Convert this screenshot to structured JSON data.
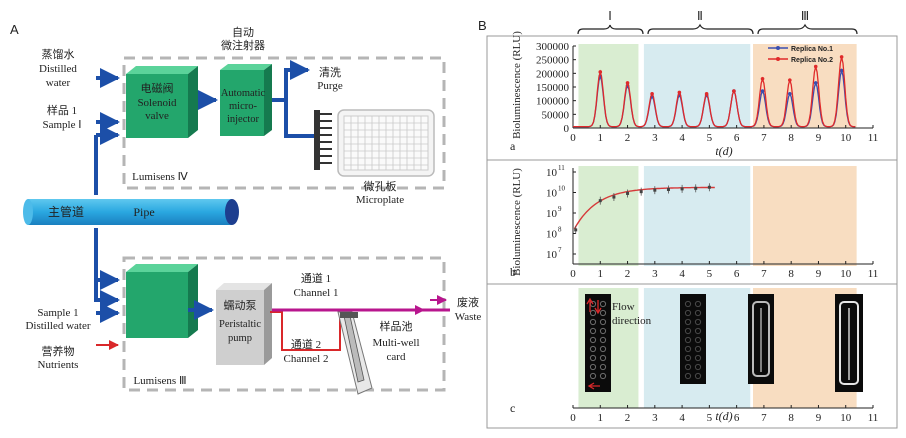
{
  "panel_a": {
    "label": "A",
    "distilled_water_top": {
      "zh": "蒸馏水",
      "en1": "Distilled",
      "en2": "water"
    },
    "sample1_top": {
      "zh": "样品 1",
      "en": "Sample Ⅰ"
    },
    "solenoid": {
      "zh": "电磁阀",
      "en1": "Solenoid",
      "en2": "valve"
    },
    "injector": {
      "zh1": "自动",
      "zh2": "微注射器",
      "en1": "Automatic",
      "en2": "micro-",
      "en3": "injector"
    },
    "purge": {
      "zh": "清洗",
      "en": "Purge"
    },
    "microplate": {
      "zh": "微孔板",
      "en": "Microplate"
    },
    "lumisens4": "Lumisens Ⅳ",
    "pipe": {
      "zh": "主管道",
      "en": "Pipe"
    },
    "sample1_bottom": "Sample 1",
    "distilled_water_bottom": "Distilled water",
    "nutrients": {
      "zh": "营养物",
      "en": "Nutrients"
    },
    "pump": {
      "zh": "蠕动泵",
      "en1": "Peristaltic",
      "en2": "pump"
    },
    "channel1": {
      "zh": "通道 1",
      "en": "Channel 1"
    },
    "channel2": {
      "zh": "通道 2",
      "en": "Channel 2"
    },
    "waste": {
      "zh": "废液",
      "en": "Waste"
    },
    "card": {
      "zh": "样品池",
      "en1": "Multi-well",
      "en2": "card"
    },
    "lumisens3": "Lumisens Ⅲ"
  },
  "panel_b": {
    "label": "B",
    "phases": [
      "Ⅰ",
      "Ⅱ",
      "Ⅲ"
    ],
    "xlabel": "t(d)",
    "xticks": [
      "0",
      "1",
      "2",
      "3",
      "4",
      "5",
      "6",
      "7",
      "8",
      "9",
      "10",
      "11"
    ],
    "colors": {
      "phase1": "#cfe8c6",
      "phase2": "#cde6ec",
      "phase3": "#f6d4b2",
      "replica1": "#3a4fb0",
      "replica2": "#e02a2a",
      "fit": "#d63a3a"
    }
  },
  "chart_data": [
    {
      "type": "line",
      "panel": "a",
      "ylabel": "Bioluminescence (RLU)",
      "yticks": [
        "0",
        "50000",
        "100000",
        "150000",
        "200000",
        "250000",
        "300000"
      ],
      "ylim": [
        0,
        300000
      ],
      "xlim": [
        0,
        11
      ],
      "legend_position": "top-right",
      "series": [
        {
          "name": "Replica No.1",
          "peaks_x": [
            1.0,
            2.0,
            2.9,
            3.9,
            4.9,
            5.9,
            6.95,
            7.95,
            8.9,
            9.85
          ],
          "peaks_y": [
            185000,
            150000,
            110000,
            115000,
            115000,
            130000,
            130000,
            120000,
            160000,
            205000
          ]
        },
        {
          "name": "Replica No.2",
          "peaks_x": [
            1.0,
            2.0,
            2.9,
            3.9,
            4.9,
            5.9,
            6.95,
            7.95,
            8.9,
            9.85
          ],
          "peaks_y": [
            200000,
            160000,
            120000,
            125000,
            120000,
            130000,
            175000,
            170000,
            220000,
            255000
          ]
        }
      ]
    },
    {
      "type": "scatter",
      "panel": "b",
      "ylabel": "Bioluminescence (RLU)",
      "yticks": [
        "10^7",
        "10^8",
        "10^9",
        "10^10",
        "10^11"
      ],
      "yscale": "log",
      "xlim": [
        0,
        11
      ],
      "x": [
        0.1,
        1.0,
        1.5,
        2.0,
        2.5,
        3.0,
        3.5,
        4.0,
        4.5,
        5.0
      ],
      "y": [
        150000000.0,
        4000000000.0,
        6000000000.0,
        9000000000.0,
        11000000000.0,
        13000000000.0,
        14000000000.0,
        15000000000.0,
        16000000000.0,
        18000000000.0
      ]
    }
  ],
  "panel_c": {
    "flow": "Flow direction"
  }
}
